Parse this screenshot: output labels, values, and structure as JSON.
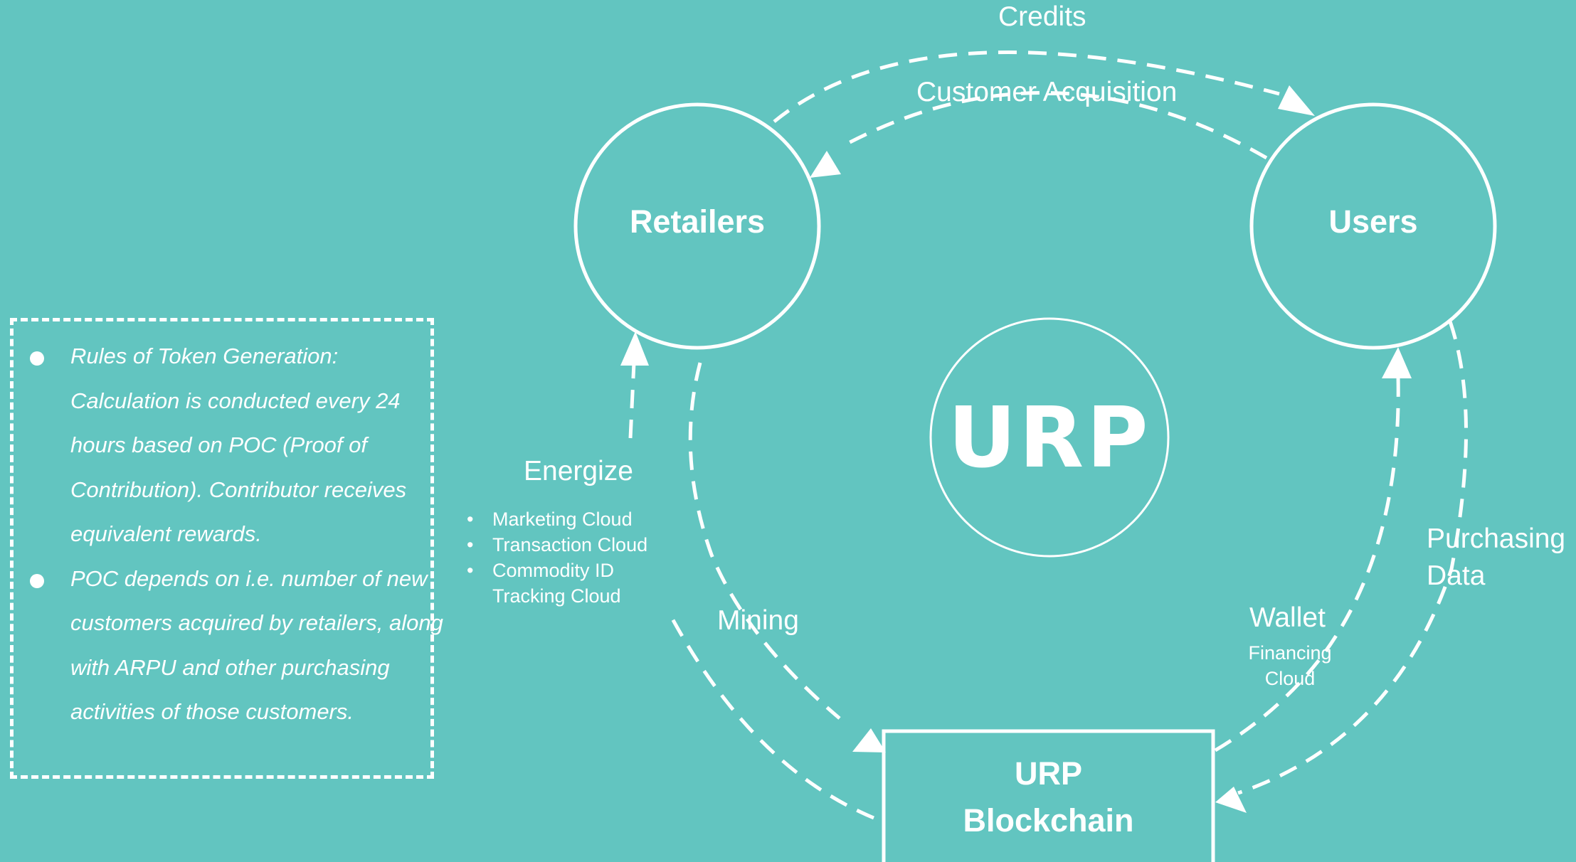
{
  "colors": {
    "background": "#62c5c0",
    "foreground": "#ffffff"
  },
  "nodes": {
    "retailers": "Retailers",
    "users": "Users",
    "blockchain_line1": "URP",
    "blockchain_line2": "Blockchain",
    "logo": "URP"
  },
  "edges": {
    "credits": "Credits",
    "customer_acquisition": "Customer Acquisition",
    "energize": "Energize",
    "mining": "Mining",
    "wallet": "Wallet",
    "wallet_sub_line1": "Financing",
    "wallet_sub_line2": "Cloud",
    "purchasing_line1": "Purchasing",
    "purchasing_line2": "Data"
  },
  "energize_items": [
    {
      "bullet": "•",
      "text": "Marketing Cloud"
    },
    {
      "bullet": "•",
      "text": "Transaction Cloud"
    },
    {
      "bullet": "•",
      "text": "Commodity ID"
    },
    {
      "bullet": "",
      "text": "Tracking Cloud"
    }
  ],
  "notes": [
    "Rules of Token Generation: Calculation is conducted every 24 hours based on POC (Proof of Contribution). Contributor receives equivalent rewards.",
    "POC depends on i.e. number of new customers acquired by retailers, along with ARPU and other purchasing activities of those customers."
  ]
}
